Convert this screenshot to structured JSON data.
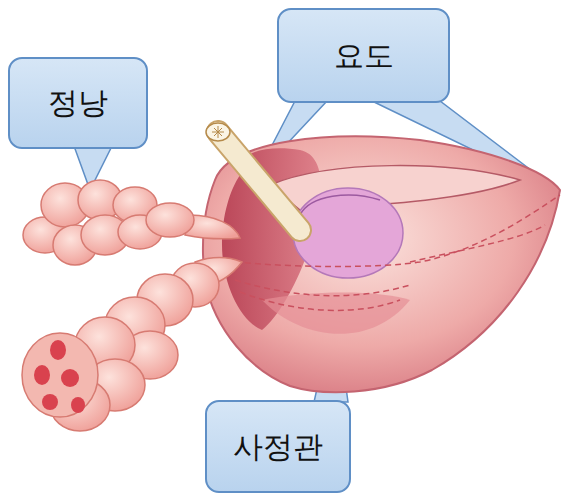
{
  "diagram": {
    "nodes": [
      {
        "text": [
          "정낭"
        ]
      },
      {
        "text": [
          "요도"
        ]
      },
      {
        "text": [
          "사정관"
        ]
      }
    ]
  }
}
